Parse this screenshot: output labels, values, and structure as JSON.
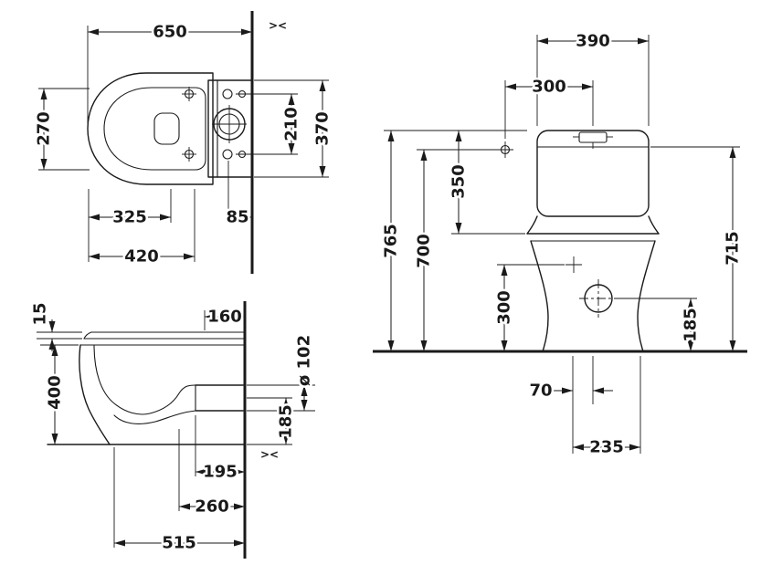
{
  "plan_view": {
    "d650": "650",
    "d270": "270",
    "d210": "210",
    "d370": "370",
    "d325": "325",
    "d85": "85",
    "d420": "420",
    "wall_break": "><"
  },
  "side_view": {
    "d15": "15",
    "d160": "160",
    "d400": "400",
    "d102": "ø 102",
    "d185": "185",
    "d195": "195",
    "d260": "260",
    "d515": "515",
    "wall_break": "><"
  },
  "front_view": {
    "d390": "390",
    "d300_top": "300",
    "d350": "350",
    "d765": "765",
    "d700": "700",
    "d715": "715",
    "d300_bottom": "300",
    "d185": "185",
    "d70": "70",
    "d235": "235"
  },
  "colors": {
    "line": "#1a1a1a",
    "background": "#ffffff"
  }
}
